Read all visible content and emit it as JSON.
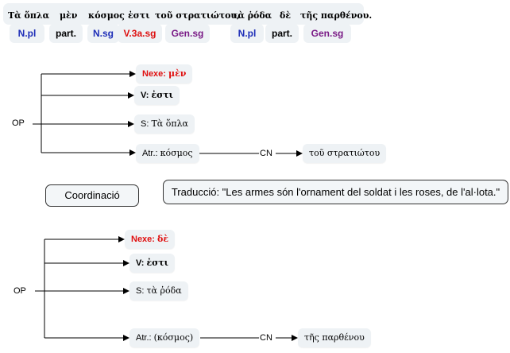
{
  "greek_words": [
    "Τὰ ὅπλα",
    "μὲν",
    "κόσμος",
    "ἐστι",
    "τοῦ στρατιώτου,",
    "τὰ ῥόδα",
    "δὲ",
    "τῆς παρθένου."
  ],
  "tags": [
    "N.pl",
    "part.",
    "N.sg",
    "V.3a.sg",
    "Gen.sg",
    "N.pl",
    "part.",
    "Gen.sg"
  ],
  "tree1": {
    "root": "OP",
    "nexe": {
      "label": "Nexe:",
      "word": "μὲν"
    },
    "verb": {
      "label": "V:",
      "word": "ἐστι"
    },
    "subject": {
      "label": "S:",
      "word": "Τὰ ὅπλα"
    },
    "attr": {
      "label": "Atr.:",
      "word": "κόσμος"
    },
    "cn_label": "CN",
    "cn_word": "τοῦ στρατιώτου"
  },
  "tree2": {
    "root": "OP",
    "nexe": {
      "label": "Nexe:",
      "word": "δὲ"
    },
    "verb": {
      "label": "V:",
      "word": "ἐστι"
    },
    "subject": {
      "label": "S:",
      "word": "τὰ ῥόδα"
    },
    "attr": {
      "label": "Atr.:",
      "word": "(κόσμος)"
    },
    "cn_label": "CN",
    "cn_word": "τῆς παρθένου"
  },
  "coordination": "Coordinació",
  "translation": "Traducció: \"Les armes són l'ornament del soldat i les roses, de l'al·lota.\"",
  "colors": {
    "noun": "#1f2fb8",
    "verb": "#dd1111",
    "genitive": "#7a1b86",
    "nexe": "#e01010"
  }
}
